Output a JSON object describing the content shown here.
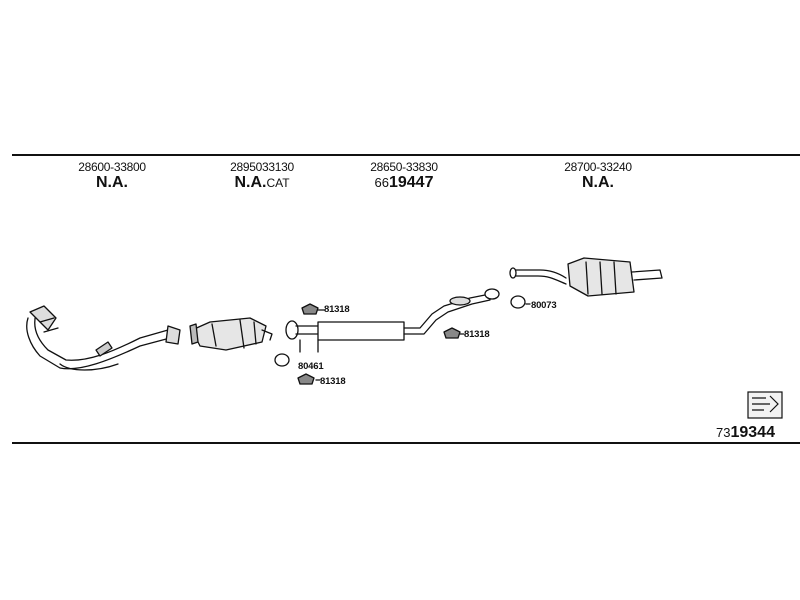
{
  "columns": [
    {
      "part_number": "28600-33800",
      "code": "N.A.",
      "suffix": ""
    },
    {
      "part_number": "2895033130",
      "code": "N.A.",
      "suffix": "CAT"
    },
    {
      "part_number": "28650-33830",
      "prefix": "66",
      "code": "19447",
      "suffix": ""
    },
    {
      "part_number": "28700-33240",
      "code": "N.A.",
      "suffix": ""
    }
  ],
  "labels": {
    "l1": "81318",
    "l2": "81318",
    "l3": "80461",
    "l4": "81318",
    "l5": "80073"
  },
  "reference": {
    "prefix": "73",
    "number": "19344"
  }
}
